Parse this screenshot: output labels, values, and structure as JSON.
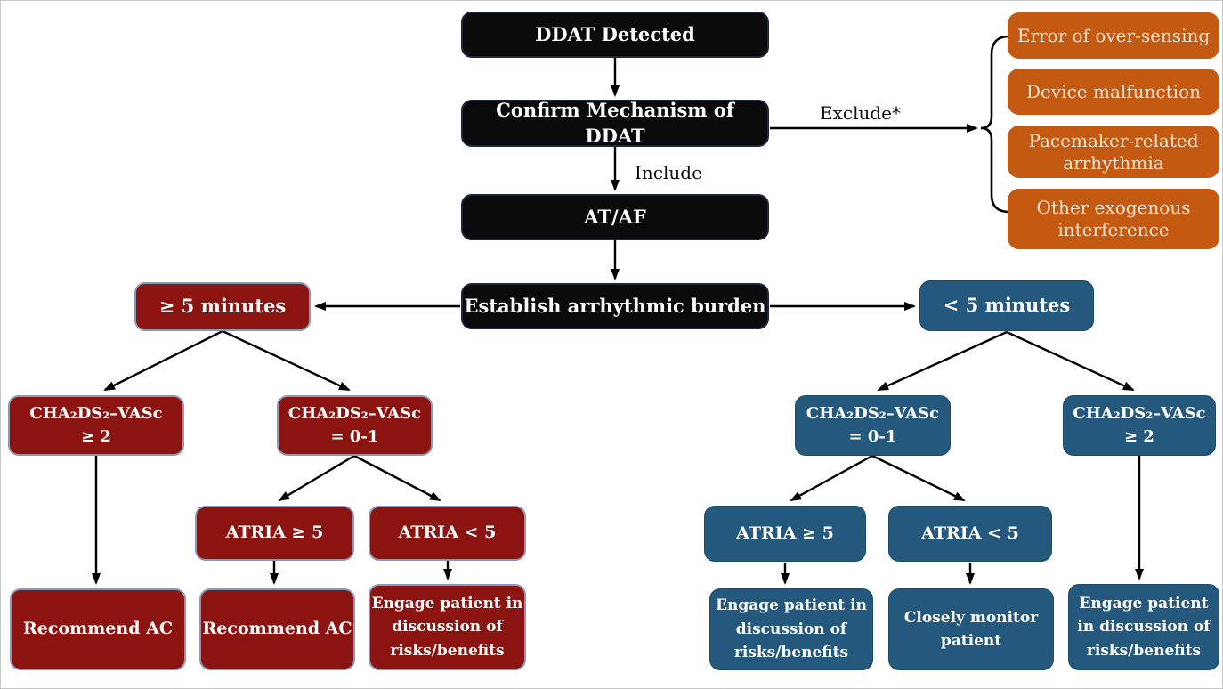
{
  "diagram": {
    "title_semantic": "DDAT management flowchart",
    "colors": {
      "black": "#0a0a0a",
      "red": "#8B1411",
      "blue": "#24597D",
      "orange": "#C45911",
      "arrow": "#000000"
    },
    "main": {
      "ddat": "DDAT Detected",
      "confirm": "Confirm Mechanism of DDAT",
      "ataf": "AT/AF",
      "burden": "Establish arrhythmic burden"
    },
    "labels": {
      "include": "Include",
      "exclude": "Exclude*"
    },
    "exclusions": [
      {
        "label": "Error of over-sensing"
      },
      {
        "label": "Device malfunction"
      },
      {
        "label": "Pacemaker-related\narrhythmia"
      },
      {
        "label": "Other exogenous\ninterference"
      }
    ],
    "left": {
      "root": "≥ 5 minutes",
      "cha_ge2": "CHA₂DS₂–VASc\n≥ 2",
      "cha_01": "CHA₂DS₂–VASc\n= 0-1",
      "atria_ge5": "ATRIA ≥ 5",
      "atria_lt5": "ATRIA < 5",
      "recommend_ac_1": "Recommend AC",
      "recommend_ac_2": "Recommend AC",
      "engage": "Engage patient in\ndiscussion of\nrisks/benefits"
    },
    "right": {
      "root": "< 5 minutes",
      "cha_01": "CHA₂DS₂–VASc\n= 0-1",
      "cha_ge2": "CHA₂DS₂–VASc\n≥ 2",
      "atria_ge5": "ATRIA ≥ 5",
      "atria_lt5": "ATRIA < 5",
      "engage_1": "Engage patient in\ndiscussion of\nrisks/benefits",
      "monitor": "Closely monitor\npatient",
      "engage_2": "Engage patient\nin discussion of\nrisks/benefits"
    }
  }
}
